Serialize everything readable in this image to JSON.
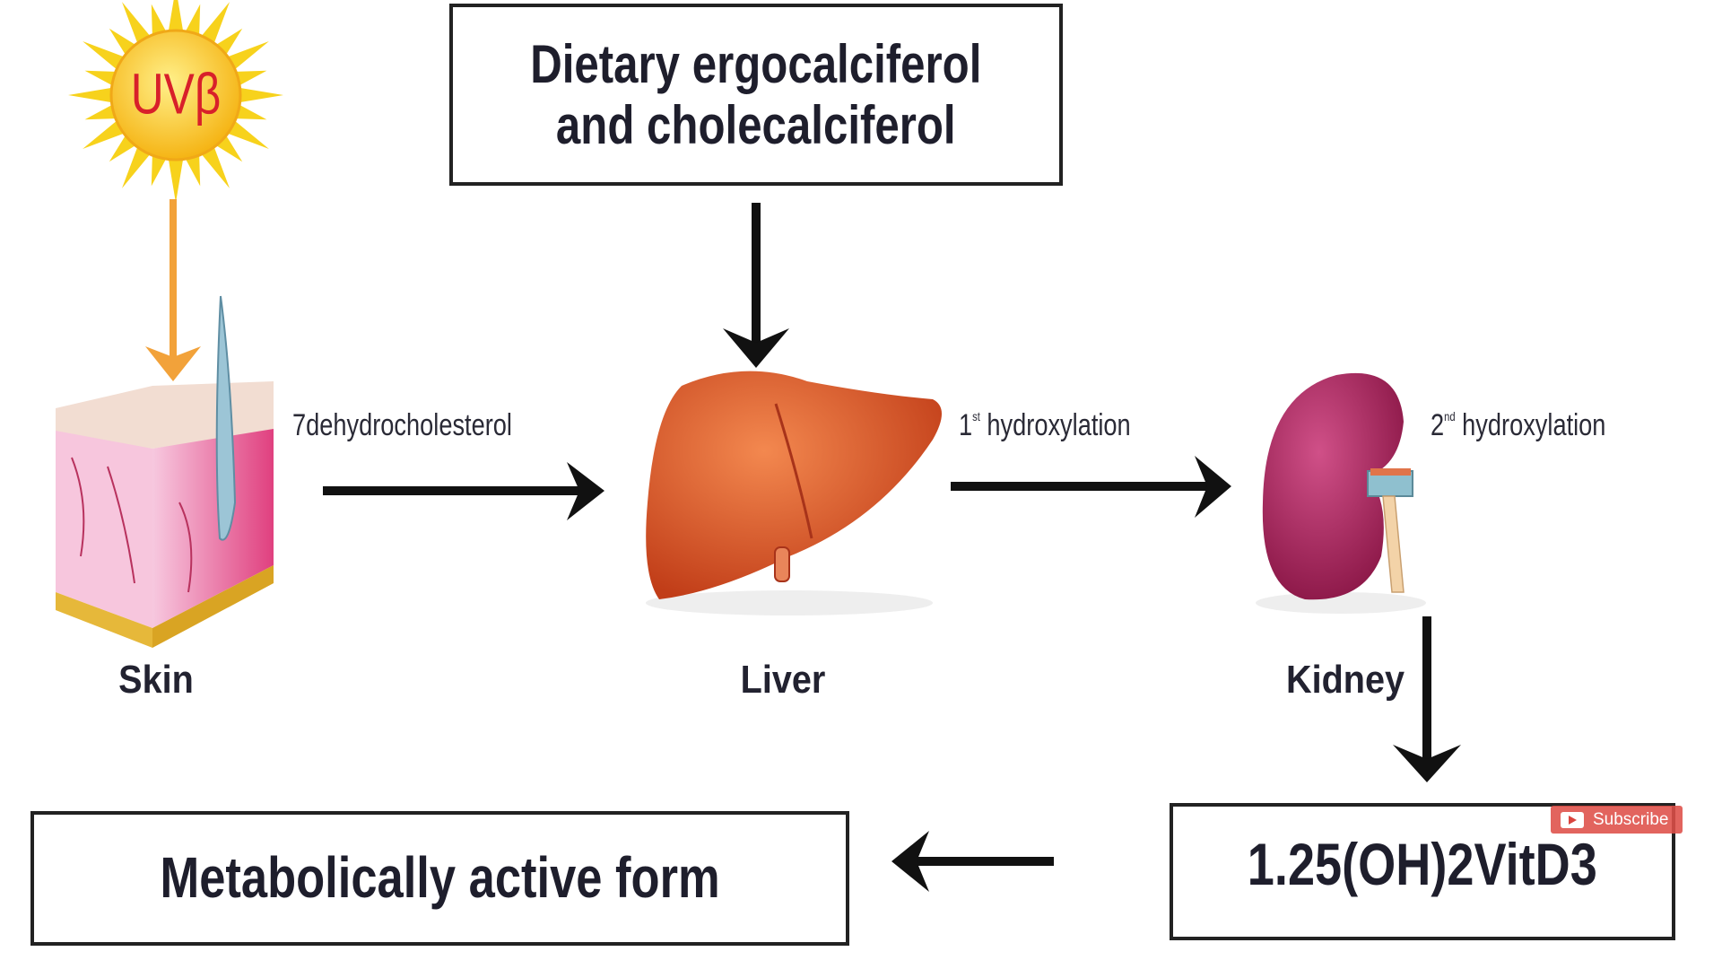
{
  "diagram": {
    "sun_label": "UVβ",
    "dietary_box": {
      "line1": "Dietary ergocalciferol",
      "line2": "and cholecalciferol"
    },
    "steps": {
      "skin_step": "7dehydrocholesterol",
      "liver_step": {
        "num": "1",
        "sup": "st",
        "text": "hydroxylation"
      },
      "kidney_step": {
        "num": "2",
        "sup": "nd",
        "text": "hydroxylation"
      }
    },
    "organs": {
      "skin": "Skin",
      "liver": "Liver",
      "kidney": "Kidney"
    },
    "product_box": "1.25(OH)2VitD3",
    "active_box": "Metabolically active form"
  },
  "overlay": {
    "subscribe_label": "Subscribe",
    "icon": "youtube-play-icon"
  },
  "colors": {
    "sun": "#f7c21a",
    "uv_text": "#d8202a",
    "uv_arrow": "#f2a23a",
    "liver": "#d9502a",
    "kidney": "#a0245a",
    "skin": "#e8609a",
    "subscribe": "#de4e48"
  }
}
